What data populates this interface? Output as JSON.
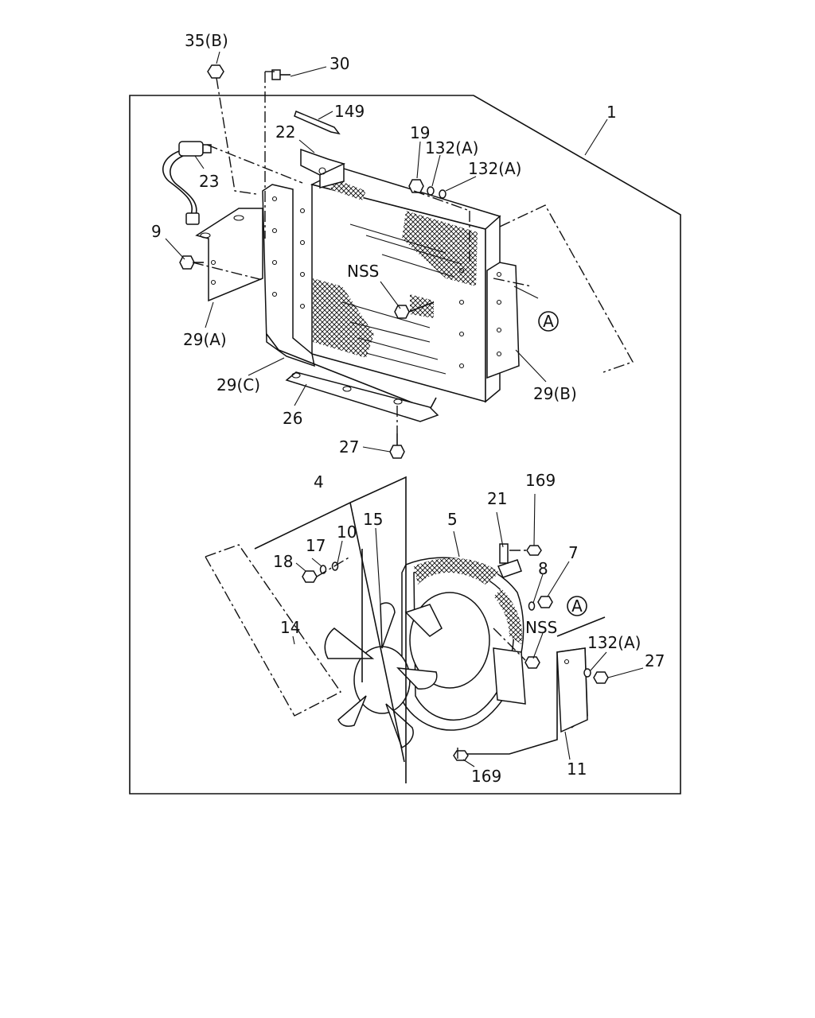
{
  "labels": {
    "p35b": "35(B)",
    "p30": "30",
    "p149": "149",
    "p22": "22",
    "p19": "19",
    "p132a_1": "132(A)",
    "p132a_2": "132(A)",
    "p1": "1",
    "p23": "23",
    "p9": "9",
    "nss_1": "NSS",
    "ref_a_1": "A",
    "p29a": "29(A)",
    "p29c": "29(C)",
    "p29b": "29(B)",
    "p26": "26",
    "p27_1": "27",
    "p4": "4",
    "p169_1": "169",
    "p21": "21",
    "p15": "15",
    "p5": "5",
    "p17": "17",
    "p10": "10",
    "p18": "18",
    "p7": "7",
    "p8": "8",
    "ref_a_2": "A",
    "nss_2": "NSS",
    "p14": "14",
    "p132a_3": "132(A)",
    "p27_2": "27",
    "p11": "11",
    "p169_2": "169"
  }
}
